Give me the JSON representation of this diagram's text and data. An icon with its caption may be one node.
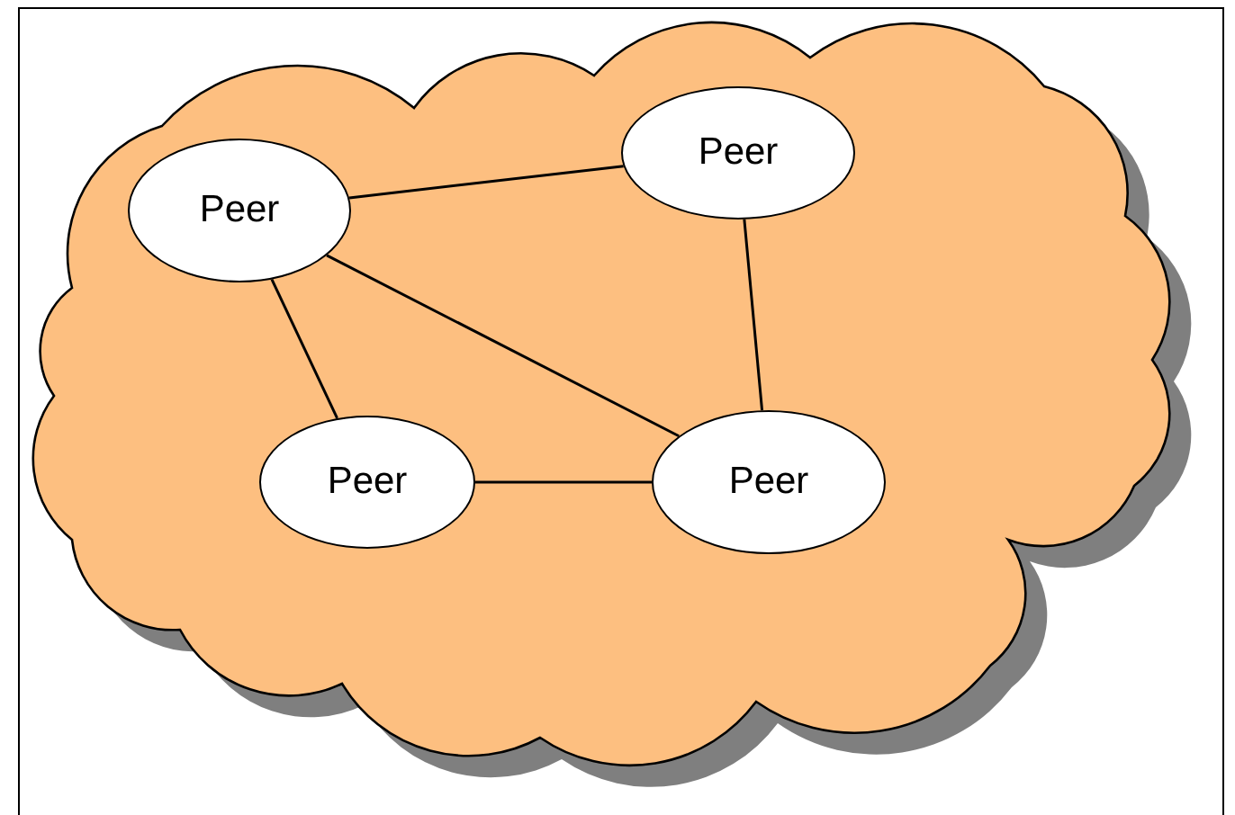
{
  "diagram": {
    "nodes": [
      {
        "text": [],
        "shape": "cloud"
      },
      {
        "text": [
          "Peer"
        ],
        "in": 0
      },
      {
        "text": [
          "Peer"
        ],
        "in": 0
      },
      {
        "text": [
          "Peer"
        ],
        "in": 0
      },
      {
        "text": [
          "Peer"
        ],
        "in": 0
      }
    ],
    "edges": [
      {
        "from": 1,
        "to": 2,
        "arrow": "none"
      },
      {
        "from": 1,
        "to": 4,
        "arrow": "none"
      },
      {
        "from": 1,
        "to": 3,
        "arrow": "none"
      },
      {
        "from": 2,
        "to": 4,
        "arrow": "none"
      },
      {
        "from": 3,
        "to": 4,
        "arrow": "none"
      }
    ]
  }
}
